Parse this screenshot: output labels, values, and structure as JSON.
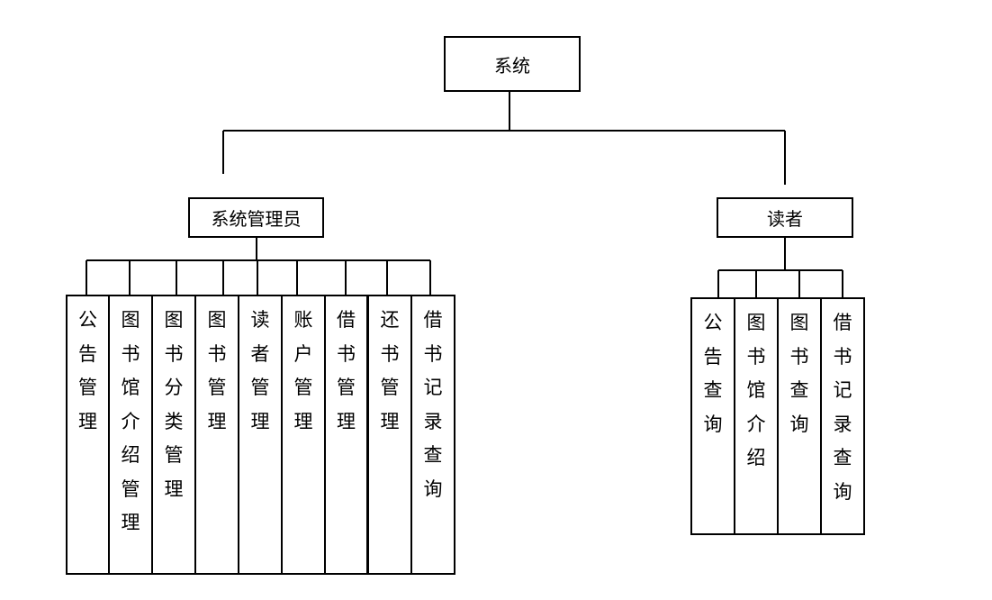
{
  "root": {
    "label": "系统"
  },
  "branches": [
    {
      "label": "系统管理员",
      "modules": [
        "公告管理",
        "图书馆介绍管理",
        "图书分类管理",
        "图书管理",
        "读者管理",
        "账户管理",
        "借书管理",
        "还书管理",
        "借书记录查询"
      ]
    },
    {
      "label": "读者",
      "modules": [
        "公告查询",
        "图书馆介绍",
        "图书查询",
        "借书记录查询"
      ]
    }
  ]
}
